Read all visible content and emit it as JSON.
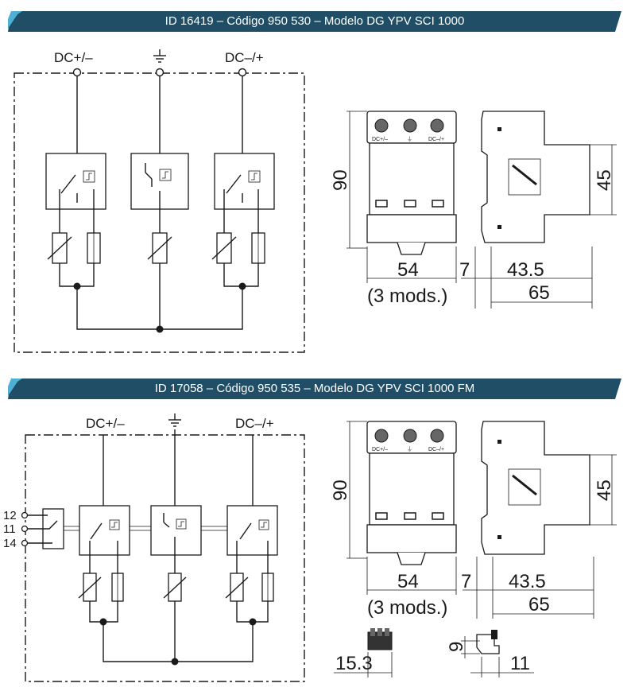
{
  "sections": [
    {
      "banner": "ID 16419 – Código 950 530 – Modelo DG YPV SCI 1000",
      "terminals": [
        "DC+/–",
        "DC–/+"
      ],
      "dims": {
        "height": "90",
        "width": "54",
        "modules": "(3 mods.)",
        "rail_offset": "7",
        "depth_front": "43.5",
        "depth_total": "65",
        "side_height": "45"
      },
      "front_labels": [
        "DC+/–",
        "DC–/+"
      ]
    },
    {
      "banner": "ID 17058 – Código 950 535 – Modelo DG YPV SCI 1000 FM",
      "terminals": [
        "DC+/–",
        "DC–/+"
      ],
      "fm_pins": [
        "12",
        "11",
        "14"
      ],
      "dims": {
        "height": "90",
        "width": "54",
        "modules": "(3 mods.)",
        "rail_offset": "7",
        "depth_front": "43.5",
        "depth_total": "65",
        "side_height": "45",
        "connector_width": "15.3",
        "connector_height": "9",
        "connector_depth": "11"
      },
      "front_labels": [
        "DC+/–",
        "DC–/+"
      ]
    }
  ],
  "colors": {
    "banner": "#1f4e66",
    "banner_accent": "#4fb0d6",
    "line": "#1a1a1a"
  },
  "icons": [
    "ground-symbol",
    "switch-symbol",
    "varistor-symbol",
    "fuse-symbol",
    "thermal-disconnector-symbol"
  ]
}
